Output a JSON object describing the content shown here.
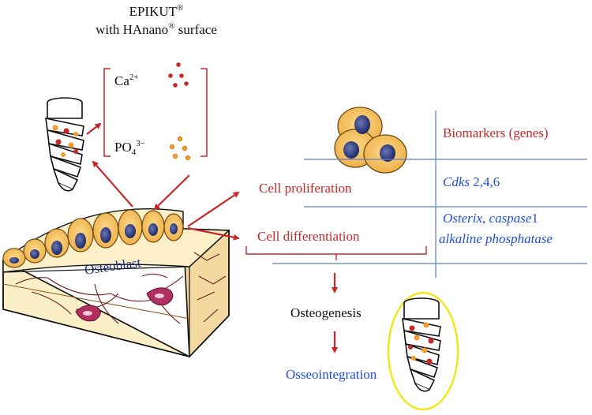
{
  "title": {
    "line1": "EPIKUT",
    "line1_mark": "®",
    "line2_pre": "with HAnano",
    "line2_mark": "®",
    "line2_post": " surface"
  },
  "ions": {
    "calcium_base": "Ca",
    "calcium_charge": "2+",
    "phosphate_base": "PO",
    "phosphate_sub": "4",
    "phosphate_charge": "3−"
  },
  "tissue": {
    "cell_label": "Osteoblast"
  },
  "processes": {
    "proliferation": "Cell proliferation",
    "differentiation": "Cell differentiation"
  },
  "biomarkers": {
    "header": "Biomarkers (genes)",
    "row1_italic": "Cdks",
    "row1_plain": " 2,4,6",
    "row2_line1_a_italic": "Osterix",
    "row2_line1_b": ", ",
    "row2_line1_c_italic": "caspase",
    "row2_line1_d": "1",
    "row2_line2_italic": "alkaline phosphatase"
  },
  "outcomes": {
    "osteogenesis": "Osteogenesis",
    "osseointegration": "Osseointegration"
  },
  "colors": {
    "arrow": "#c62828",
    "biomarker_text": "#1f4fd6",
    "table_lines": "#5b7fc2",
    "cell_fill": "#f6c36a",
    "nucleus": "#2e3a78",
    "highlight_ellipse": "#f2e600"
  }
}
